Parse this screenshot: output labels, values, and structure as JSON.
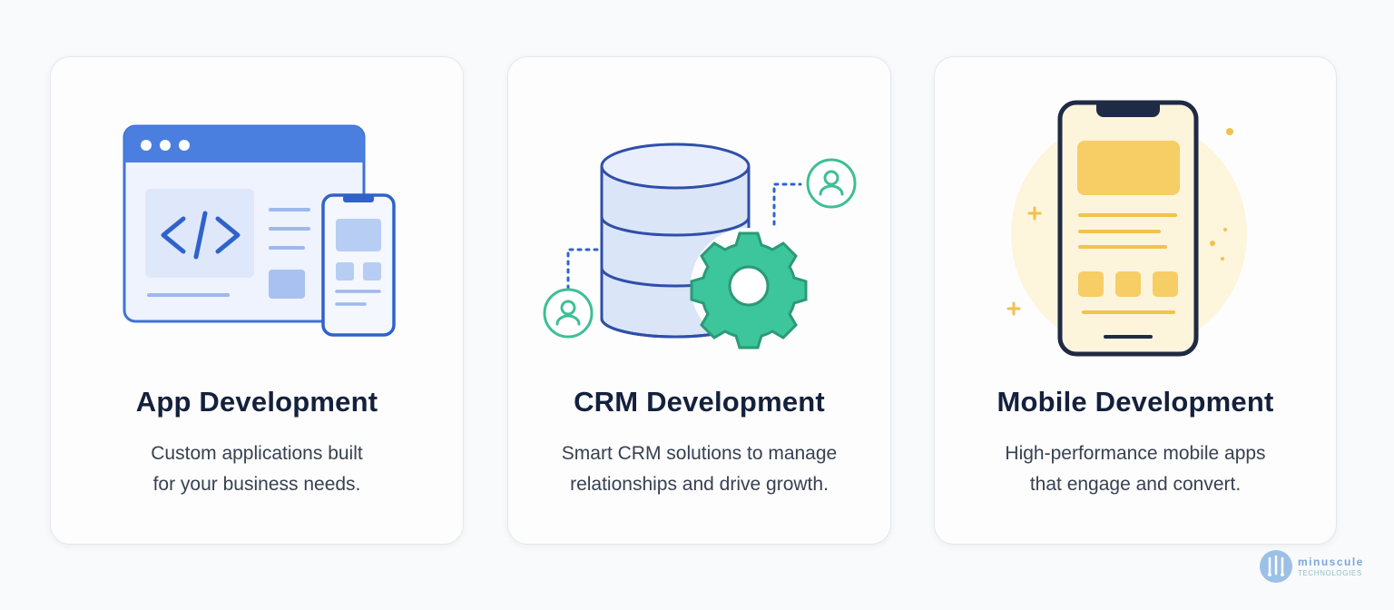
{
  "cards": [
    {
      "title": "App Development",
      "desc_line1": "Custom applications built",
      "desc_line2": "for your business needs.",
      "icon": "web-app-code-icon"
    },
    {
      "title": "CRM Development",
      "desc_line1": "Smart CRM solutions to manage",
      "desc_line2": "relationships and drive growth.",
      "icon": "database-gear-icon"
    },
    {
      "title": "Mobile Development",
      "desc_line1": "High-performance mobile apps",
      "desc_line2": "that engage and convert.",
      "icon": "smartphone-icon"
    }
  ],
  "brand": {
    "name": "minuscule",
    "tagline": "TECHNOLOGIES"
  },
  "colors": {
    "app_blue": "#3f72d8",
    "crm_green": "#3dc59b",
    "mobile_yellow": "#f5c85a",
    "title_text": "#14213d",
    "body_text": "#374151"
  }
}
